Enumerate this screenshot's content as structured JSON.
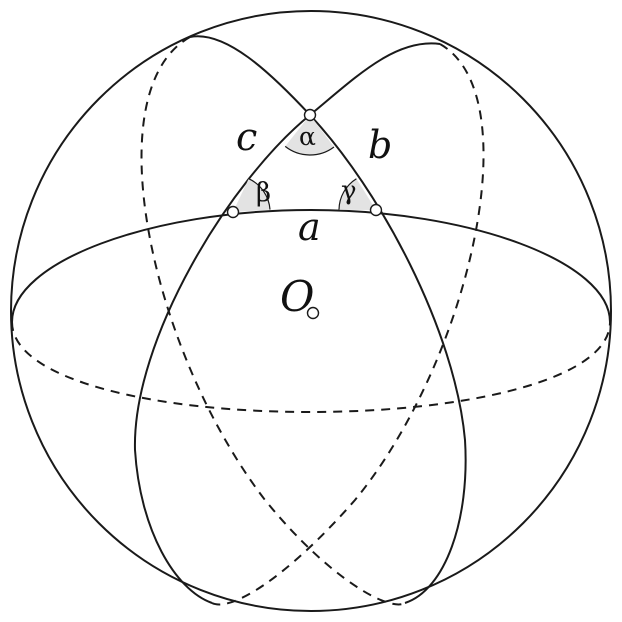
{
  "diagram": {
    "labels": {
      "center": "O",
      "side_a": "a",
      "side_b": "b",
      "side_c": "c",
      "angle_alpha": "α",
      "angle_beta": "β",
      "angle_gamma": "γ"
    },
    "colors": {
      "stroke": "#1a1a1a",
      "angle_fill": "#e3e3e3",
      "background": "#ffffff"
    }
  }
}
